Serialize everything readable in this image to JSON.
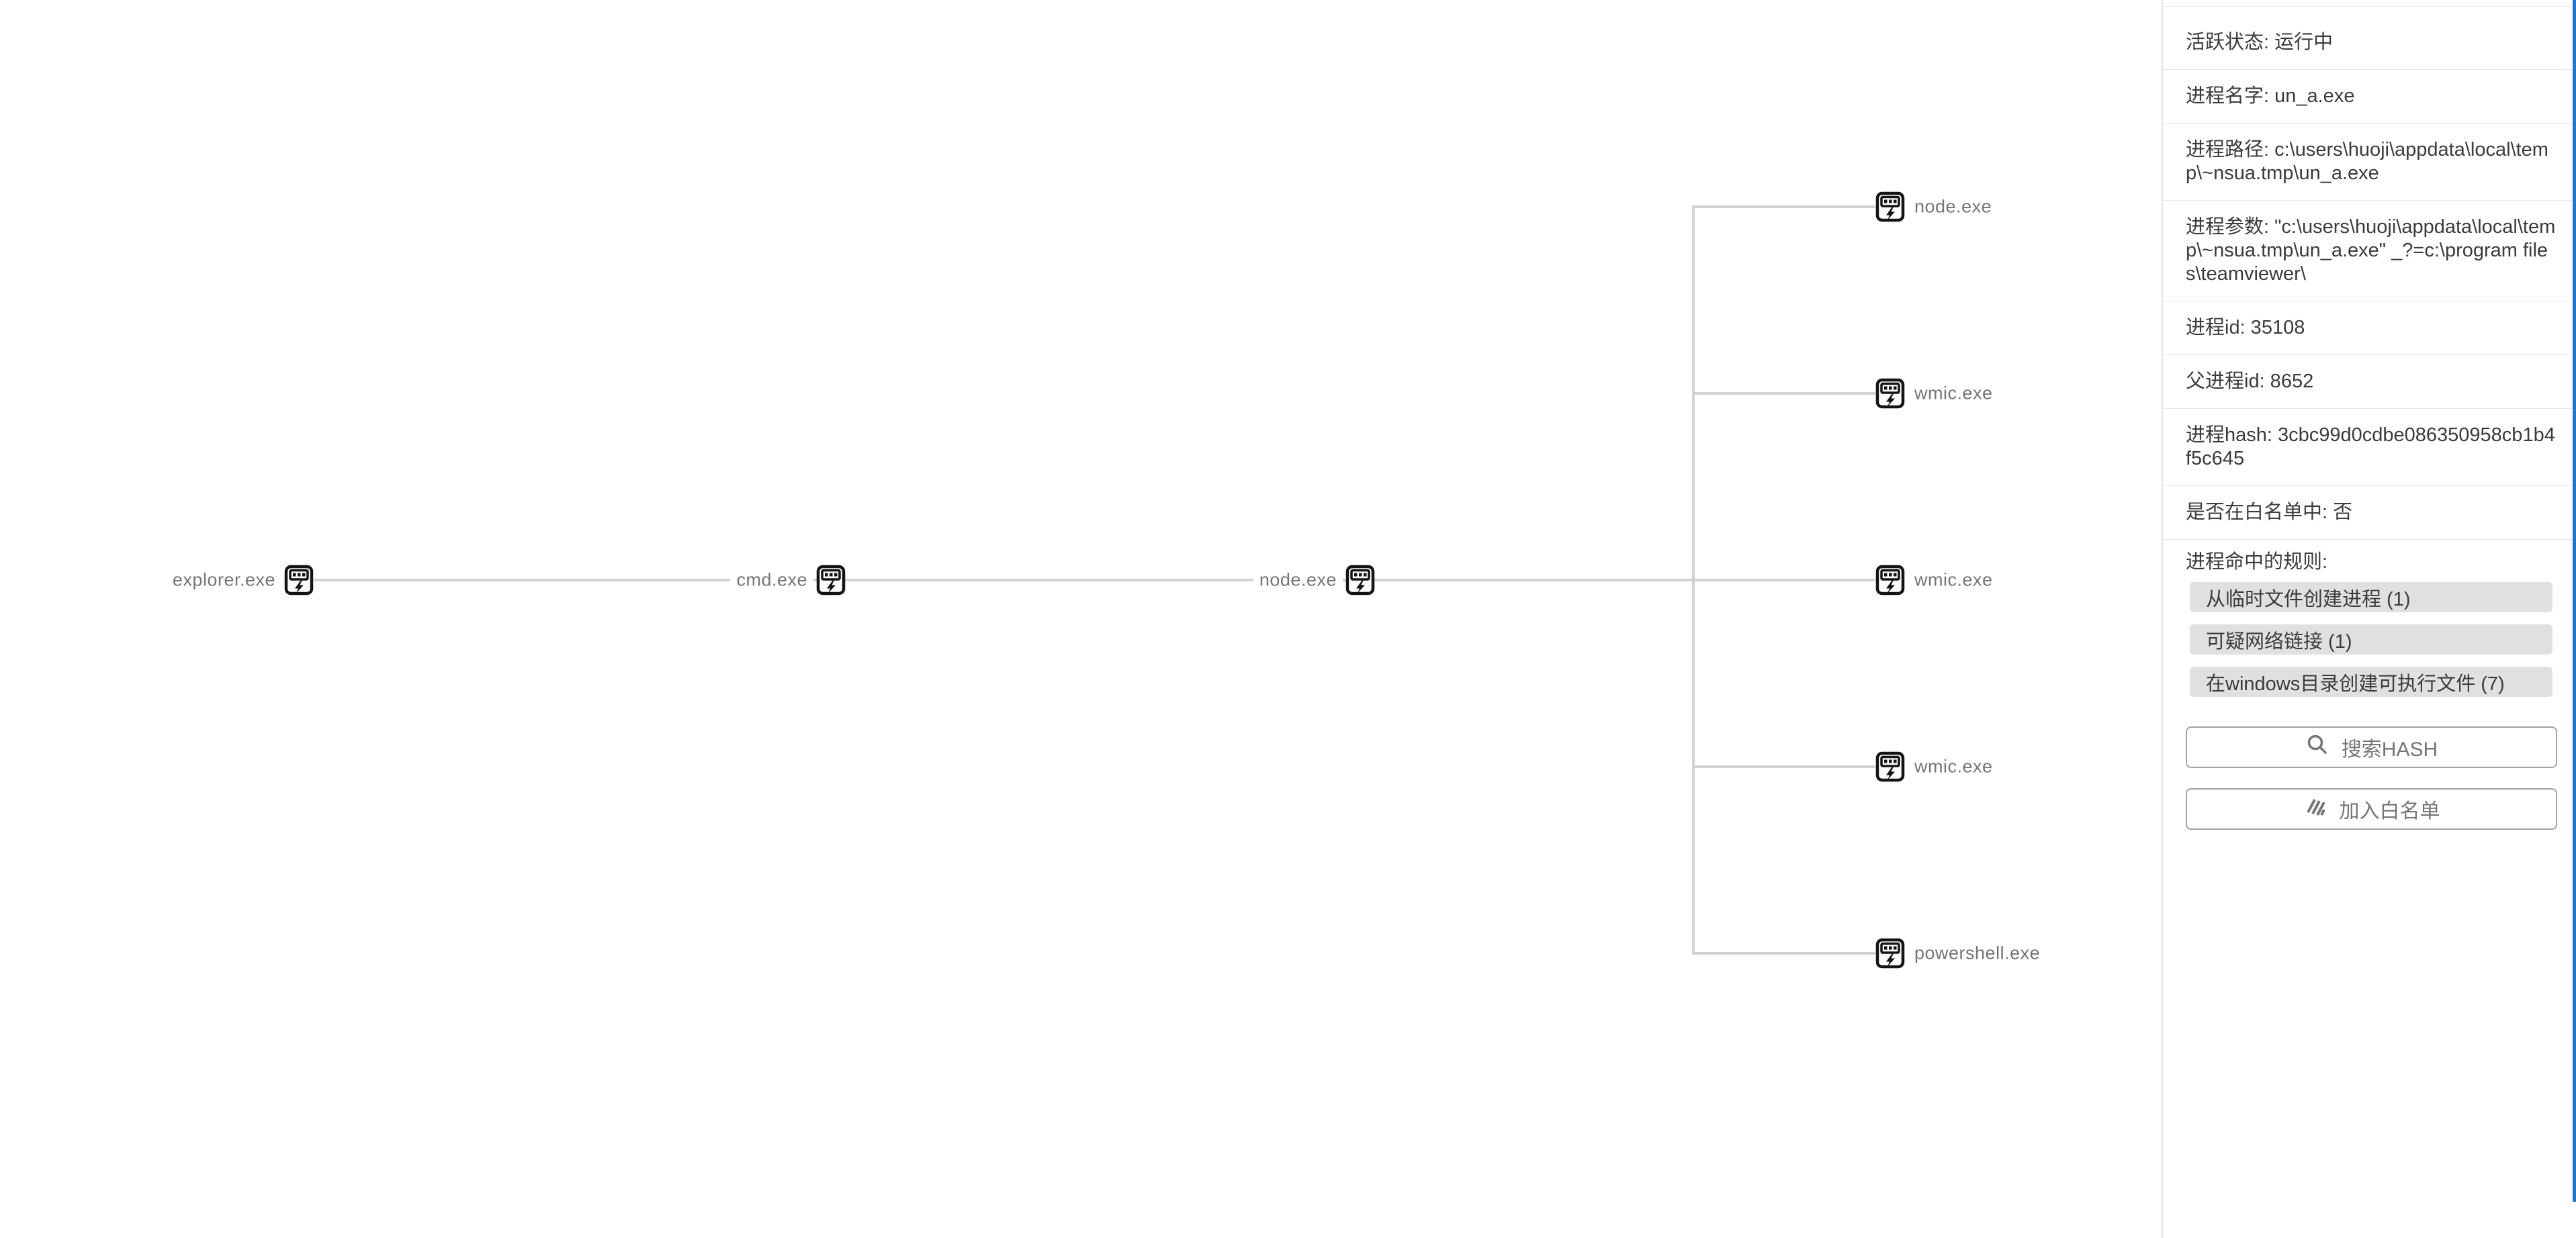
{
  "tree": {
    "parents": [
      {
        "label": "explorer.exe"
      },
      {
        "label": "cmd.exe"
      },
      {
        "label": "node.exe"
      }
    ],
    "children": [
      {
        "label": "node.exe"
      },
      {
        "label": "wmic.exe"
      },
      {
        "label": "wmic.exe"
      },
      {
        "label": "wmic.exe"
      },
      {
        "label": "powershell.exe"
      }
    ]
  },
  "panel": {
    "details": [
      {
        "text": "活跃状态: 运行中"
      },
      {
        "text": "进程名字: un_a.exe"
      },
      {
        "text": "进程路径: c:\\users\\huoji\\appdata\\local\\temp\\~nsua.tmp\\un_a.exe"
      },
      {
        "text": "进程参数: \"c:\\users\\huoji\\appdata\\local\\temp\\~nsua.tmp\\un_a.exe\" _?=c:\\program files\\teamviewer\\"
      },
      {
        "text": "进程id: 35108"
      },
      {
        "text": "父进程id: 8652"
      },
      {
        "text": "进程hash: 3cbc99d0cdbe086350958cb1b4f5c645"
      },
      {
        "text": "是否在白名单中: 否"
      }
    ],
    "rules": {
      "title": "进程命中的规则:",
      "items": [
        {
          "label": "从临时文件创建进程 (1)"
        },
        {
          "label": "可疑网络链接 (1)"
        },
        {
          "label": "在windows目录创建可执行文件 (7)"
        }
      ]
    },
    "actions": {
      "search": "搜索HASH",
      "whitelist": "加入白名单"
    }
  },
  "colors": {
    "accent_blue": "#1976d2",
    "chip_bg": "#e0e0e0",
    "tree_line": "#d2d2d2",
    "label_gray": "#757575"
  }
}
